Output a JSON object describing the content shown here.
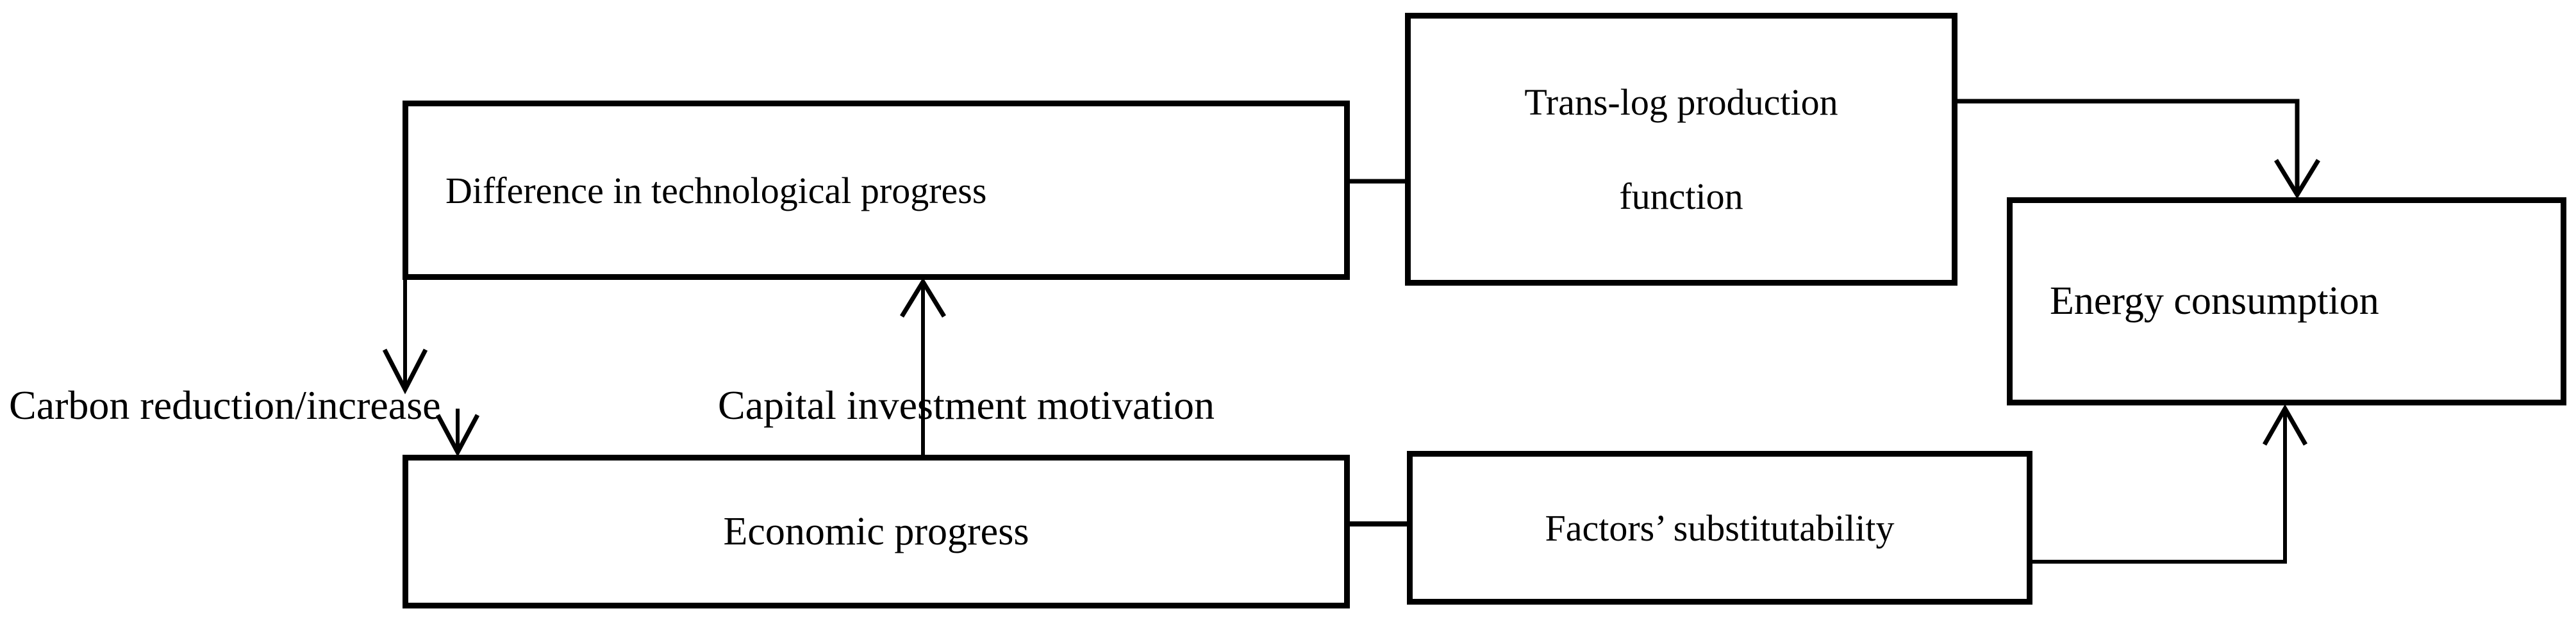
{
  "diagram": {
    "background_color": "#ffffff",
    "stroke_color": "#000000",
    "boxes": {
      "difference": {
        "label": "Difference in technological progress"
      },
      "translog": {
        "line1": "Trans-log production",
        "line2": "function"
      },
      "energy": {
        "label": "Energy consumption"
      },
      "economic": {
        "label": "Economic progress"
      },
      "factors": {
        "label": "Factors’ substitutability"
      }
    },
    "floating_labels": {
      "carbon": "Carbon reduction/increase",
      "capital": "Capital investment motivation"
    },
    "connections": [
      {
        "from": "Difference in technological progress",
        "to": "Trans-log production function",
        "type": "plain-line"
      },
      {
        "from": "Trans-log production function",
        "to": "Energy consumption",
        "type": "arrow",
        "arrow_points": "down into top of Energy consumption"
      },
      {
        "from": "Difference in technological progress",
        "to": "Carbon reduction/increase",
        "type": "arrow",
        "arrow_points": "down into label"
      },
      {
        "from": "Carbon reduction/increase",
        "to": "Economic progress",
        "type": "arrow",
        "arrow_points": "down into top of Economic progress"
      },
      {
        "from": "Economic progress",
        "to": "Difference in technological progress",
        "type": "arrow",
        "via_label": "Capital investment motivation",
        "arrow_points": "up into bottom of Difference box"
      },
      {
        "from": "Economic progress",
        "to": "Factors’ substitutability",
        "type": "plain-line"
      },
      {
        "from": "Factors’ substitutability",
        "to": "Energy consumption",
        "type": "arrow",
        "arrow_points": "up into bottom of Energy consumption"
      }
    ]
  }
}
